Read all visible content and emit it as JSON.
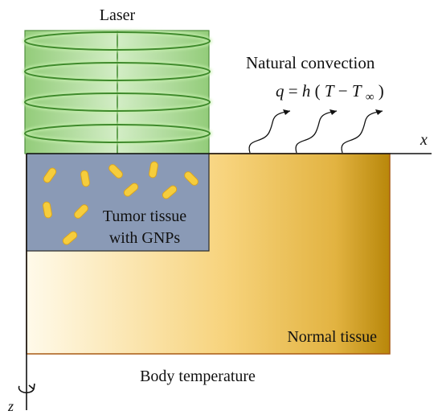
{
  "labels": {
    "laser": "Laser",
    "natural_convection": "Natural convection",
    "tumor_line1": "Tumor tissue",
    "tumor_line2": "with GNPs",
    "normal_tissue": "Normal tissue",
    "body_temperature": "Body temperature",
    "x_axis": "x",
    "z_axis": "z"
  },
  "equation": {
    "q": "q",
    "equals": " = ",
    "h": "h",
    "open": "(",
    "T": "T",
    "minus": " − ",
    "T2": "T",
    "inf": "∞",
    "close": ")"
  },
  "colors": {
    "laser_green": "#b5dfa0",
    "coil_green": "#3f8a2c",
    "tumor_fill": "#8a9ab6",
    "gnp_fill": "#f6cd3c",
    "normal_light": "#fff6dd",
    "normal_dark": "#b8870a",
    "normal_border": "#a85a14"
  }
}
